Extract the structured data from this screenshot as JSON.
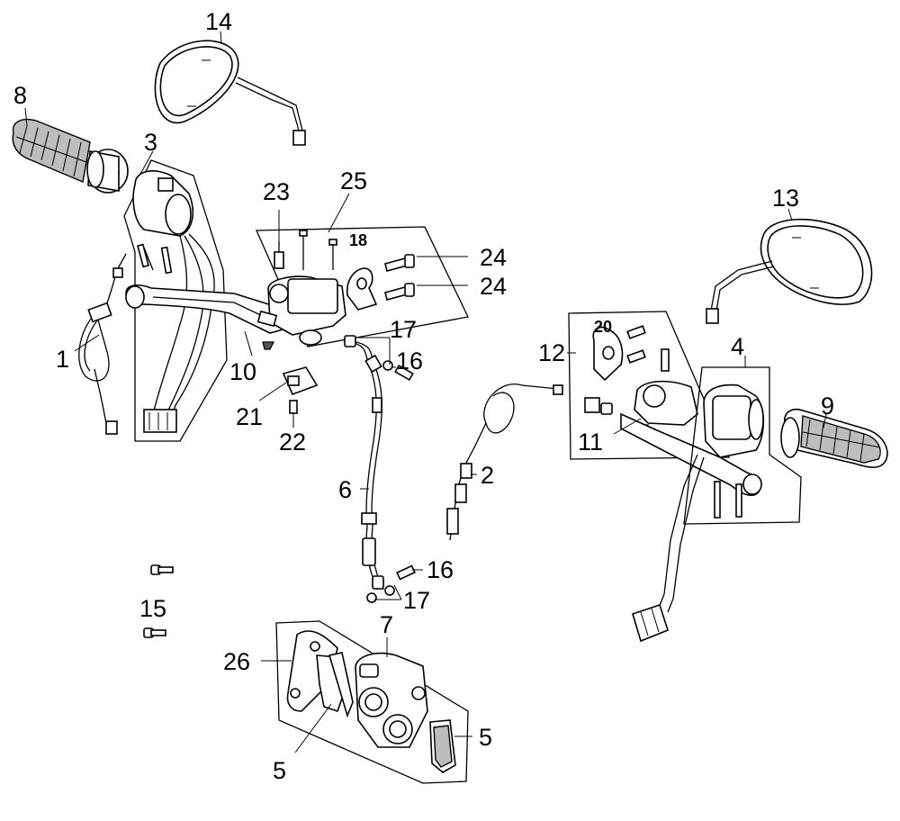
{
  "callouts": {
    "c1": "1",
    "c2": "2",
    "c3": "3",
    "c4": "4",
    "c5a": "5",
    "c5b": "5",
    "c6": "6",
    "c7": "7",
    "c8": "8",
    "c9": "9",
    "c10": "10",
    "c11": "11",
    "c12": "12",
    "c13": "13",
    "c14": "14",
    "c15": "15",
    "c16a": "16",
    "c16b": "16",
    "c17a": "17",
    "c17b": "17",
    "c18": "18",
    "c20": "20",
    "c21": "21",
    "c22": "22",
    "c23": "23",
    "c24a": "24",
    "c24b": "24",
    "c25": "25",
    "c26": "26"
  }
}
